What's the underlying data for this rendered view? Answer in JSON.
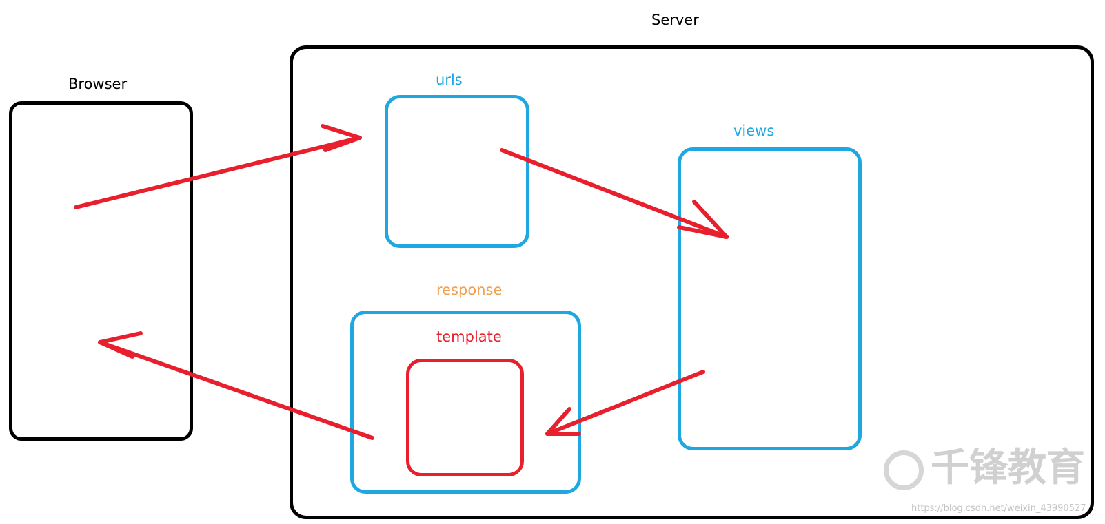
{
  "labels": {
    "server": "Server",
    "browser": "Browser",
    "urls": "urls",
    "views": "views",
    "response": "response",
    "template": "template"
  },
  "watermark": {
    "text": "千锋教育",
    "url": "https://blog.csdn.net/weixin_43990527"
  },
  "colors": {
    "container": "#000000",
    "component": "#1ea7e1",
    "template": "#e8202e",
    "response": "#f0a050",
    "arrow": "#e8202e"
  }
}
